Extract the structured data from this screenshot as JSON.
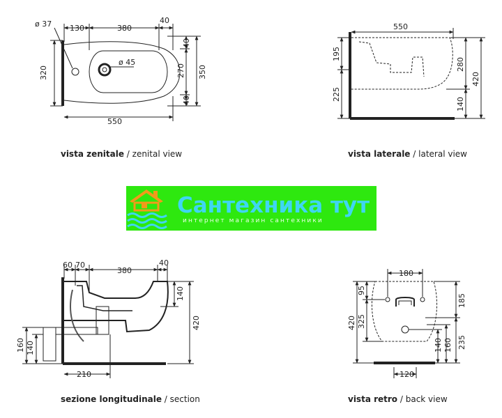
{
  "captions": {
    "zenital": {
      "bold": "vista zenitale",
      "light": " / zenital view"
    },
    "lateral": {
      "bold": "vista laterale",
      "light": " / lateral view"
    },
    "section": {
      "bold": "sezione longitudinale",
      "light": " / section"
    },
    "back": {
      "bold": "vista retro",
      "light": " / back view"
    }
  },
  "zenital_dims": {
    "hole_small": "ø 37",
    "hole_big": "ø 45",
    "top_a": "130",
    "top_b": "380",
    "top_c": "40",
    "left_total": "320",
    "right_a": "40",
    "right_b": "270",
    "right_c": "40",
    "right_total": "350",
    "bottom": "550"
  },
  "lateral_dims": {
    "top": "550",
    "left_upper": "195",
    "left_lower": "225",
    "right_upper": "280",
    "right_lower": "140",
    "right_total": "420"
  },
  "section_dims": {
    "top_a": "60",
    "top_b": "70",
    "top_c": "380",
    "top_d": "40",
    "right_upper": "140",
    "right_total": "420",
    "left_a": "160",
    "left_b": "140",
    "bottom": "210"
  },
  "back_dims": {
    "top": "180",
    "left_total": "420",
    "left_upper": "95",
    "left_lower": "325",
    "right_upper": "185",
    "right_lower": "235",
    "right_b": "140",
    "right_c": "160",
    "bottom": "120"
  },
  "watermark": {
    "title": "Сантехника тут",
    "subtitle": "интернет магазин сантехники",
    "bg_color": "#2ee80f",
    "title_color": "#3fd6f2"
  }
}
